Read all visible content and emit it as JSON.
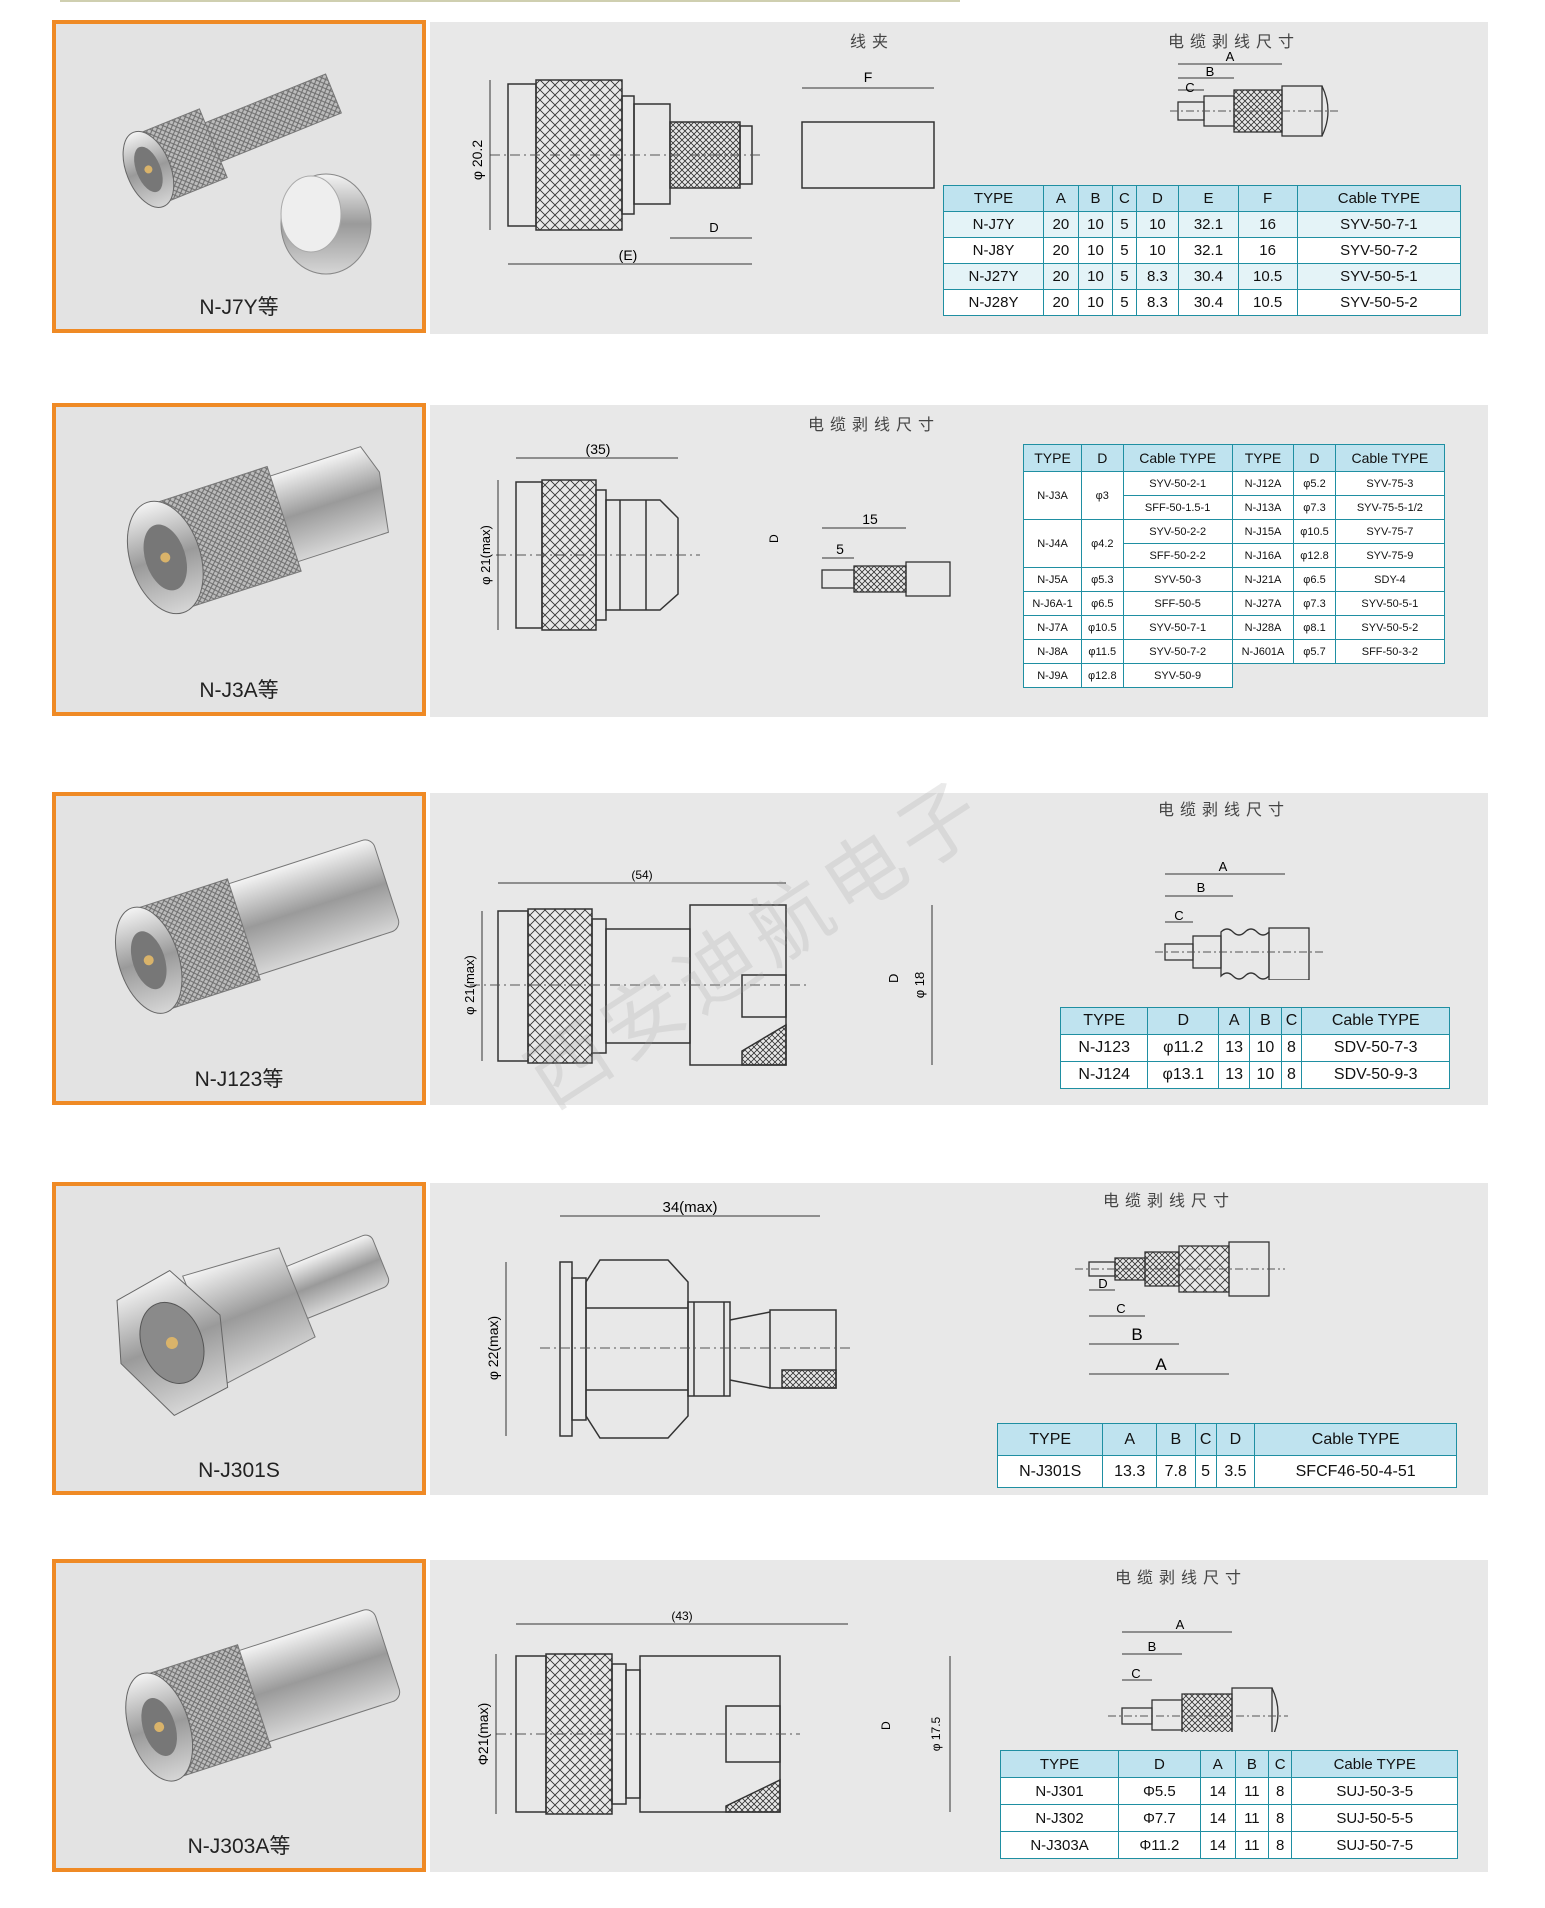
{
  "sections": [
    {
      "name": "N-J7Y等",
      "caption_clamp": "线夹",
      "caption_strip": "电缆剥线尺寸",
      "headers": [
        "TYPE",
        "A",
        "B",
        "C",
        "D",
        "E",
        "F",
        "Cable TYPE"
      ],
      "rows": [
        [
          "N-J7Y",
          "20",
          "10",
          "5",
          "10",
          "32.1",
          "16",
          "SYV-50-7-1"
        ],
        [
          "N-J8Y",
          "20",
          "10",
          "5",
          "10",
          "32.1",
          "16",
          "SYV-50-7-2"
        ],
        [
          "N-J27Y",
          "20",
          "10",
          "5",
          "8.3",
          "30.4",
          "10.5",
          "SYV-50-5-1"
        ],
        [
          "N-J28Y",
          "20",
          "10",
          "5",
          "8.3",
          "30.4",
          "10.5",
          "SYV-50-5-2"
        ]
      ],
      "dims": {
        "dia": "φ 20.2",
        "d": "D",
        "e": "(E)",
        "f": "F",
        "a": "A",
        "b": "B",
        "c": "C"
      }
    },
    {
      "name": "N-J3A等",
      "caption_strip": "电缆剥线尺寸",
      "headers": [
        "TYPE",
        "D",
        "Cable TYPE",
        "TYPE",
        "D",
        "Cable TYPE"
      ],
      "left": [
        {
          "type": "N-J3A",
          "d": "φ3",
          "cables": [
            "SYV-50-2-1",
            "SFF-50-1.5-1"
          ]
        },
        {
          "type": "N-J4A",
          "d": "φ4.2",
          "cables": [
            "SYV-50-2-2",
            "SFF-50-2-2"
          ]
        },
        {
          "type": "N-J5A",
          "d": "φ5.3",
          "cables": [
            "SYV-50-3"
          ]
        },
        {
          "type": "N-J6A-1",
          "d": "φ6.5",
          "cables": [
            "SFF-50-5"
          ]
        },
        {
          "type": "N-J7A",
          "d": "φ10.5",
          "cables": [
            "SYV-50-7-1"
          ]
        },
        {
          "type": "N-J8A",
          "d": "φ11.5",
          "cables": [
            "SYV-50-7-2"
          ]
        },
        {
          "type": "N-J9A",
          "d": "φ12.8",
          "cables": [
            "SYV-50-9"
          ]
        }
      ],
      "right": [
        [
          "N-J12A",
          "φ5.2",
          "SYV-75-3"
        ],
        [
          "N-J13A",
          "φ7.3",
          "SYV-75-5-1/2"
        ],
        [
          "N-J15A",
          "φ10.5",
          "SYV-75-7"
        ],
        [
          "N-J16A",
          "φ12.8",
          "SYV-75-9"
        ],
        [
          "N-J21A",
          "φ6.5",
          "SDY-4"
        ],
        [
          "N-J27A",
          "φ7.3",
          "SYV-50-5-1"
        ],
        [
          "N-J28A",
          "φ8.1",
          "SYV-50-5-2"
        ],
        [
          "N-J601A",
          "φ5.7",
          "SFF-50-3-2"
        ]
      ],
      "dims": {
        "len": "(35)",
        "dia": "φ 21(max)",
        "d": "D",
        "l15": "15",
        "l5": "5"
      }
    },
    {
      "name": "N-J123等",
      "caption_strip": "电缆剥线尺寸",
      "headers": [
        "TYPE",
        "D",
        "A",
        "B",
        "C",
        "Cable TYPE"
      ],
      "rows": [
        [
          "N-J123",
          "φ11.2",
          "13",
          "10",
          "8",
          "SDV-50-7-3"
        ],
        [
          "N-J124",
          "φ13.1",
          "13",
          "10",
          "8",
          "SDV-50-9-3"
        ]
      ],
      "dims": {
        "len": "(54)",
        "dia": "φ 21(max)",
        "d": "D",
        "dia2": "φ 18",
        "a": "A",
        "b": "B",
        "c": "C"
      }
    },
    {
      "name": "N-J301S",
      "caption_strip": "电缆剥线尺寸",
      "headers": [
        "TYPE",
        "A",
        "B",
        "C",
        "D",
        "Cable TYPE"
      ],
      "rows": [
        [
          "N-J301S",
          "13.3",
          "7.8",
          "5",
          "3.5",
          "SFCF46-50-4-51"
        ]
      ],
      "dims": {
        "len": "34(max)",
        "dia": "φ 22(max)",
        "a": "A",
        "b": "B",
        "c": "C",
        "d": "D"
      }
    },
    {
      "name": "N-J303A等",
      "caption_strip": "电缆剥线尺寸",
      "headers": [
        "TYPE",
        "D",
        "A",
        "B",
        "C",
        "Cable TYPE"
      ],
      "rows": [
        [
          "N-J301",
          "Φ5.5",
          "14",
          "11",
          "8",
          "SUJ-50-3-5"
        ],
        [
          "N-J302",
          "Φ7.7",
          "14",
          "11",
          "8",
          "SUJ-50-5-5"
        ],
        [
          "N-J303A",
          "Φ11.2",
          "14",
          "11",
          "8",
          "SUJ-50-7-5"
        ]
      ],
      "dims": {
        "len": "(43)",
        "dia": "Φ21(max)",
        "d": "D",
        "dia2": "φ 17.5",
        "a": "A",
        "b": "B",
        "c": "C"
      }
    }
  ],
  "watermark": "西安迪航电子",
  "colors": {
    "accent": "#ef8a25",
    "table_border": "#1f8fa2",
    "table_head": "#bfe3ef",
    "panel": "#e8e8e8"
  }
}
